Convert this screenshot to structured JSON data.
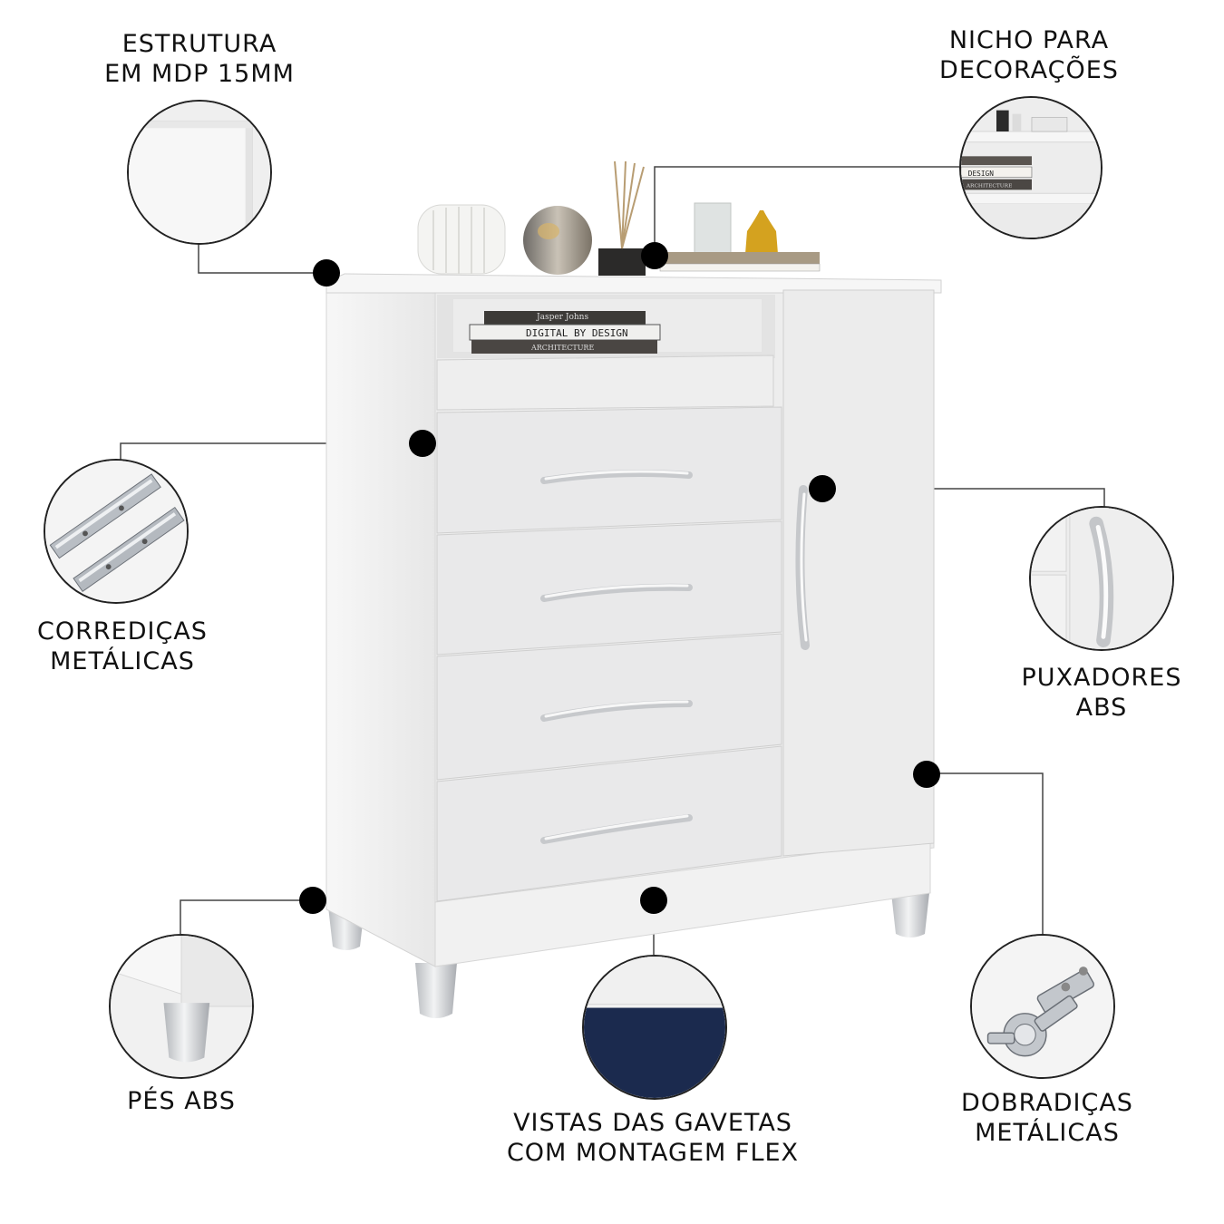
{
  "features": {
    "structure": {
      "line1": "ESTRUTURA",
      "line2": "EM MDP 15MM",
      "icon": "structure-corner-icon"
    },
    "niche": {
      "line1": "NICHO PARA",
      "line2": "DECORAÇÕES",
      "icon": "niche-books-icon"
    },
    "slides": {
      "line1": "CORREDIÇAS",
      "line2": "METÁLICAS",
      "icon": "metal-slides-icon"
    },
    "handles": {
      "line1": "PUXADORES",
      "line2": "ABS",
      "icon": "handle-icon"
    },
    "feet": {
      "line1": "PÉS ABS",
      "icon": "foot-icon"
    },
    "drawer_fronts": {
      "line1": "VISTAS DAS GAVETAS",
      "line2": "COM MONTAGEM FLEX",
      "icon": "drawer-front-swatch-icon"
    },
    "hinges": {
      "line1": "DOBRADIÇAS",
      "line2": "METÁLICAS",
      "icon": "metal-hinge-icon"
    }
  },
  "books": {
    "top": [
      "Jasper Johns",
      "DIGITAL BY DESIGN",
      "ARCHITECTURE"
    ],
    "niche_zoom": [
      "DESIGN",
      "ARCHITECTURE"
    ]
  },
  "colors": {
    "furniture_white": "#f4f4f4",
    "drawer_front": "#e9e9ea",
    "swatch_navy": "#1b2a4e",
    "leader_line": "#444444"
  }
}
